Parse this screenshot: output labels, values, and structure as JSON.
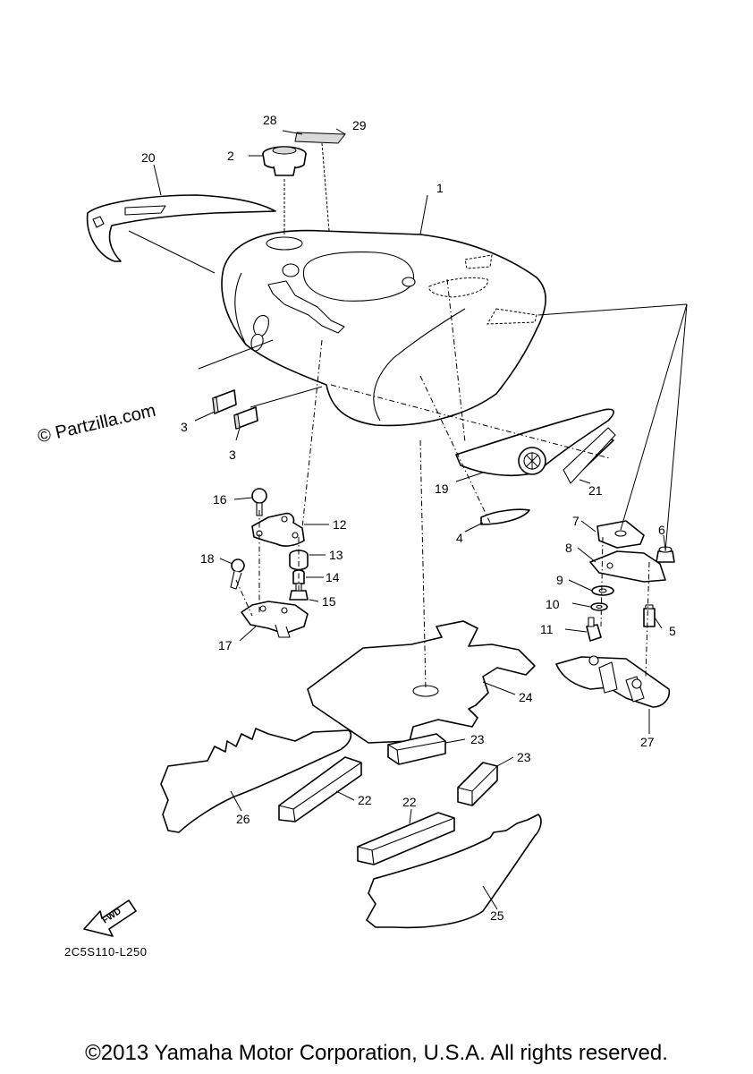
{
  "watermark": "© Partzilla.com",
  "diagram_code": "2C5S110-L250",
  "copyright": "©2013 Yamaha Motor Corporation, U.S.A. All rights reserved.",
  "fwd_label": "FWD",
  "callouts": {
    "c1": "1",
    "c2": "2",
    "c3a": "3",
    "c3b": "3",
    "c4": "4",
    "c5": "5",
    "c6": "6",
    "c7": "7",
    "c8": "8",
    "c9": "9",
    "c10": "10",
    "c11": "11",
    "c12": "12",
    "c13": "13",
    "c14": "14",
    "c15": "15",
    "c16": "16",
    "c17": "17",
    "c18": "18",
    "c19": "19",
    "c20": "20",
    "c21": "21",
    "c22a": "22",
    "c22b": "22",
    "c23a": "23",
    "c23b": "23",
    "c24": "24",
    "c25": "25",
    "c26": "26",
    "c27": "27",
    "c28": "28",
    "c29": "29"
  }
}
